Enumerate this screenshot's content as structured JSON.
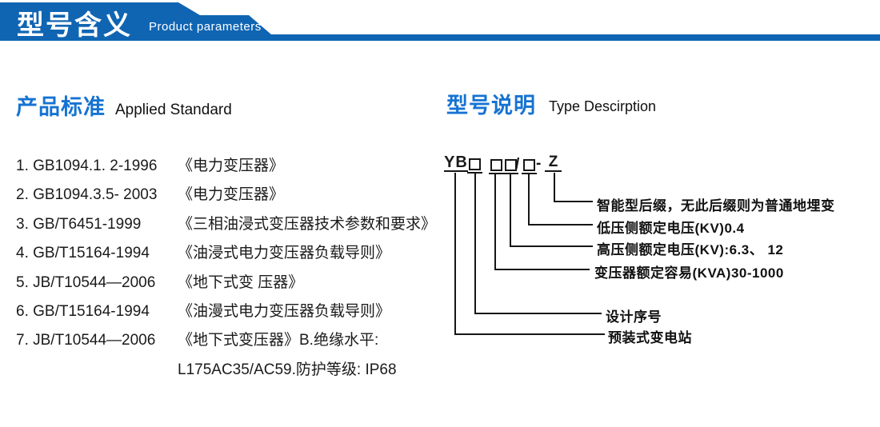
{
  "header": {
    "title": "型号含义",
    "subtitle": "Product parameters"
  },
  "colors": {
    "banner_blue": "#1065b3",
    "heading_blue": "#1673d2",
    "text_black": "#1a1a1a",
    "line_black": "#161616"
  },
  "applied_standard": {
    "heading_zh": "产品标准",
    "heading_en": "Applied Standard",
    "items": [
      {
        "code": "1. GB1094.1. 2-1996",
        "title": "《电力变压器》"
      },
      {
        "code": "2. GB1094.3.5- 2003",
        "title": "《电力变压器》"
      },
      {
        "code": "3. GB/T6451-1999",
        "title": "《三相油浸式变压器技术参数和要求》"
      },
      {
        "code": "4. GB/T15164-1994",
        "title": "《油浸式电力变压器负载导则》"
      },
      {
        "code": "5. JB/T10544—2006",
        "title": "《地下式变 压器》"
      },
      {
        "code": "6. GB/T15164-1994",
        "title": "《油漫式电力变压器负载导则》"
      },
      {
        "code": "7. JB/T10544—2006",
        "title": "《地下式变压器》B.绝缘水平:"
      }
    ],
    "continuation": "L175AC35/AC59.防护等级: IP68"
  },
  "type_description": {
    "heading_zh": "型号说明",
    "heading_en": "Type Descirption",
    "model_code": {
      "prefix": "YB",
      "slash": "/",
      "dash": "-",
      "suffix": "Z"
    },
    "labels": [
      {
        "text": "智能型后缀，无此后缀则为普通地埋变"
      },
      {
        "text": "低压侧额定电压(KV)0.4"
      },
      {
        "text": "高压侧额定电压(KV):6.3、 12"
      },
      {
        "text": "变压器额定容易(KVA)30-1000"
      },
      {
        "text": "设计序号"
      },
      {
        "text": "预装式变电站"
      }
    ]
  }
}
